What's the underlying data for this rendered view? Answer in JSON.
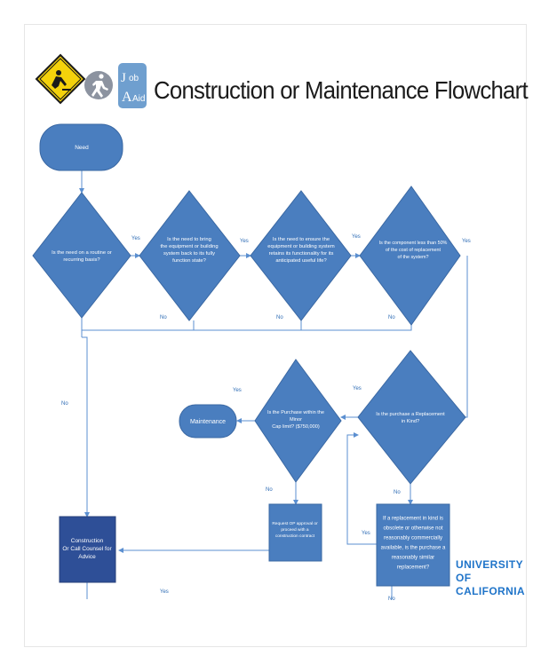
{
  "header": {
    "title": "Construction or Maintenance Flowchart",
    "job_aid_icon_text": [
      "ob",
      "Aid"
    ]
  },
  "nodes": {
    "need": "Need",
    "q1": [
      "Is the need on a routine or",
      "recurring basis?"
    ],
    "q2": [
      "Is the need to bring",
      "the equipment or building",
      "system back to its fully",
      "function state?"
    ],
    "q3": [
      "Is the need to ensure the",
      "equipment or building system",
      "retains its functionality for its",
      "anticipated useful life?"
    ],
    "q4": [
      "Is the component less than 50%",
      "of the cost of replacement",
      "of the system?"
    ],
    "q5": [
      "Is the purchase a Replacement",
      "in Kind?"
    ],
    "q6": [
      "Is the Purchase within the",
      "Minor",
      "Cap limit? ($750,000)"
    ],
    "maintenance": "Maintenance",
    "construction": [
      "Construction",
      "Or Call Counsel for",
      "Advice"
    ],
    "request_op": [
      "Request OP approval or",
      "proceed with a",
      "construction contract"
    ],
    "replacement_note": [
      "If a replacement in kind is",
      "obsolete or otherwise not",
      "reasonably commercially",
      "available, is the purchase a",
      "reasonably similar",
      "replacement?"
    ]
  },
  "edge_labels": {
    "yes": "Yes",
    "no": "No"
  },
  "logo": {
    "line1": "UNIVERSITY",
    "line2": "OF",
    "line3": "CALIFORNIA"
  },
  "colors": {
    "node_fill": "#4a7ebf",
    "node_stroke": "#3a68a3",
    "dark_box": "#2e4f97",
    "arrow": "#5b8fd0",
    "label": "#2e6cb5",
    "warning_yellow": "#f4d20b",
    "icon_gray": "#8c93a0"
  }
}
